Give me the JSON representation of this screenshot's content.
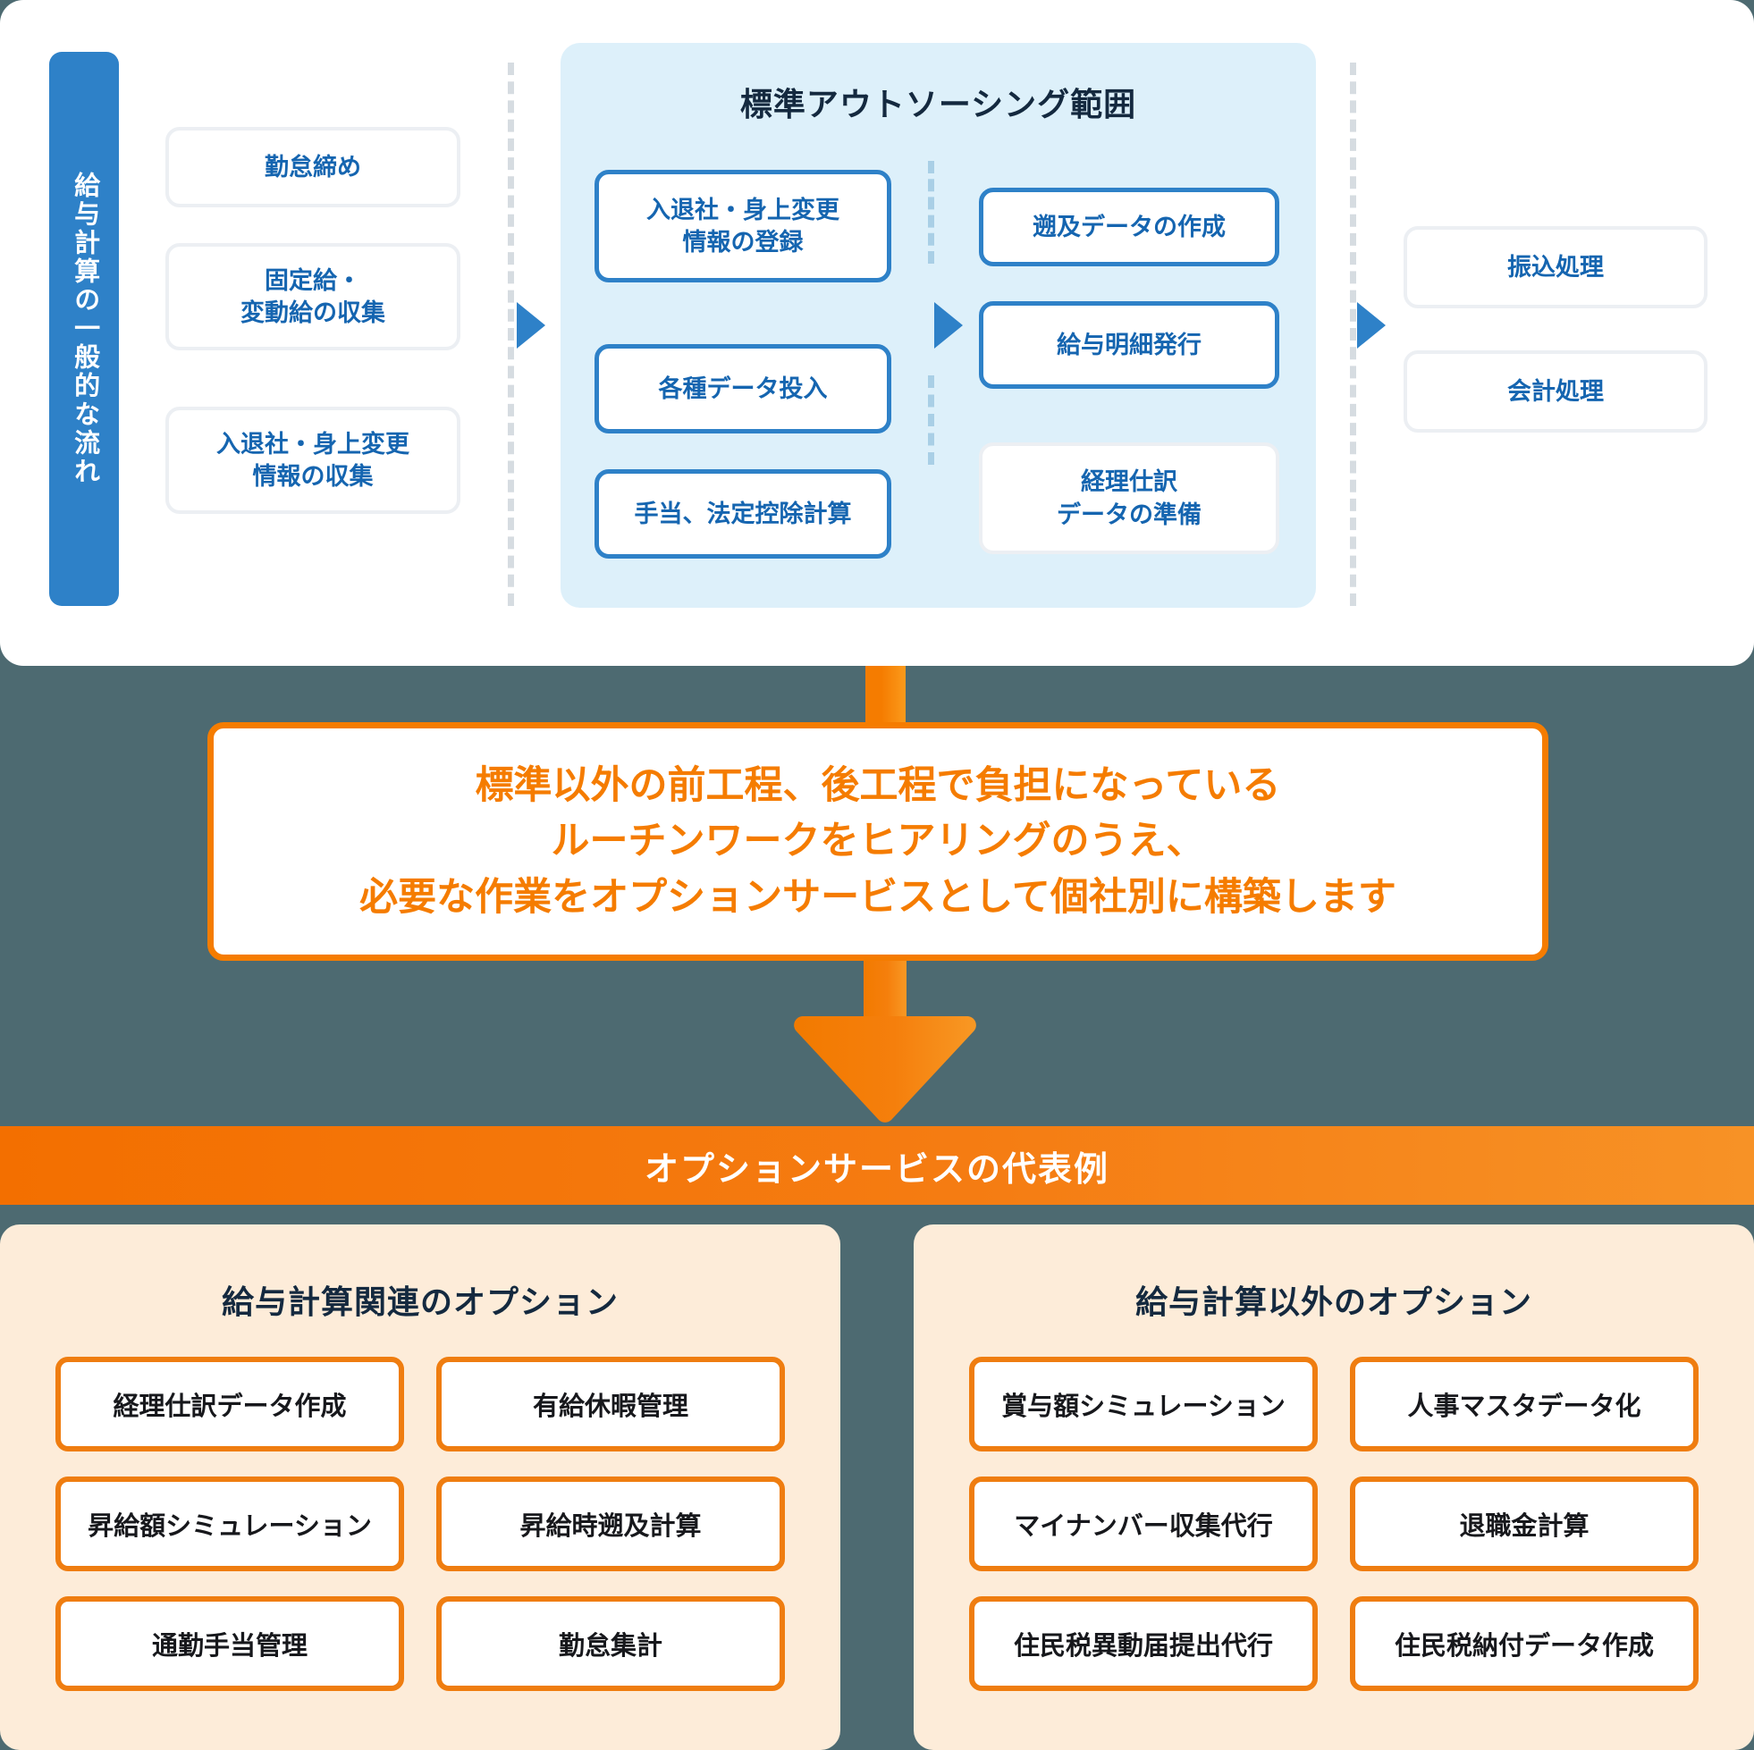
{
  "colors": {
    "background": "#4d6a71",
    "blue": "#2e81c8",
    "blue_text": "#1565b0",
    "blue_tint": "#ddf0fa",
    "orange": "#f57c00",
    "orange_panel": "#fdecd9",
    "dark_text": "#14293f"
  },
  "flow": {
    "vertical_label": "給与計算の一般的な流れ",
    "stage_pre": [
      {
        "label": "勤怠締め"
      },
      {
        "label": "固定給・\n変動給の収集",
        "line1": "固定給・",
        "line2": "変動給の収集"
      },
      {
        "label": "入退社・身上変更\n情報の収集",
        "line1": "入退社・身上変更",
        "line2": "情報の収集"
      }
    ],
    "scope_title": "標準アウトソーシング範囲",
    "stage_mid": [
      {
        "line1": "入退社・身上変更",
        "line2": "情報の登録"
      },
      {
        "line1": "各種データ投入",
        "line2": ""
      },
      {
        "line1": "手当、法定控除計算",
        "line2": ""
      }
    ],
    "stage_out": [
      {
        "line1": "遡及データの作成",
        "line2": "",
        "style": "blue"
      },
      {
        "line1": "給与明細発行",
        "line2": "",
        "style": "blue"
      },
      {
        "line1": "経理仕訳",
        "line2": "データの準備",
        "style": "soft"
      }
    ],
    "stage_post": [
      {
        "label": "振込処理"
      },
      {
        "label": "会計処理"
      }
    ],
    "arrow_icon": "triangle-right-icon"
  },
  "message": {
    "line1": "標準以外の前工程、後工程で負担になっている",
    "line2": "ルーチンワークをヒアリングのうえ、",
    "line3": "必要な作業をオプションサービスとして個社別に構築します",
    "arrow_icon": "arrow-down-icon"
  },
  "banner": {
    "title": "オプションサービスの代表例"
  },
  "options": {
    "left": {
      "title": "給与計算関連のオプション",
      "items": [
        "経理仕訳データ作成",
        "有給休暇管理",
        "昇給額シミュレーション",
        "昇給時遡及計算",
        "通勤手当管理",
        "勤怠集計"
      ]
    },
    "right": {
      "title": "給与計算以外のオプション",
      "items": [
        "賞与額シミュレーション",
        "人事マスタデータ化",
        "マイナンバー収集代行",
        "退職金計算",
        "住民税異動届提出代行",
        "住民税納付データ作成"
      ]
    }
  }
}
